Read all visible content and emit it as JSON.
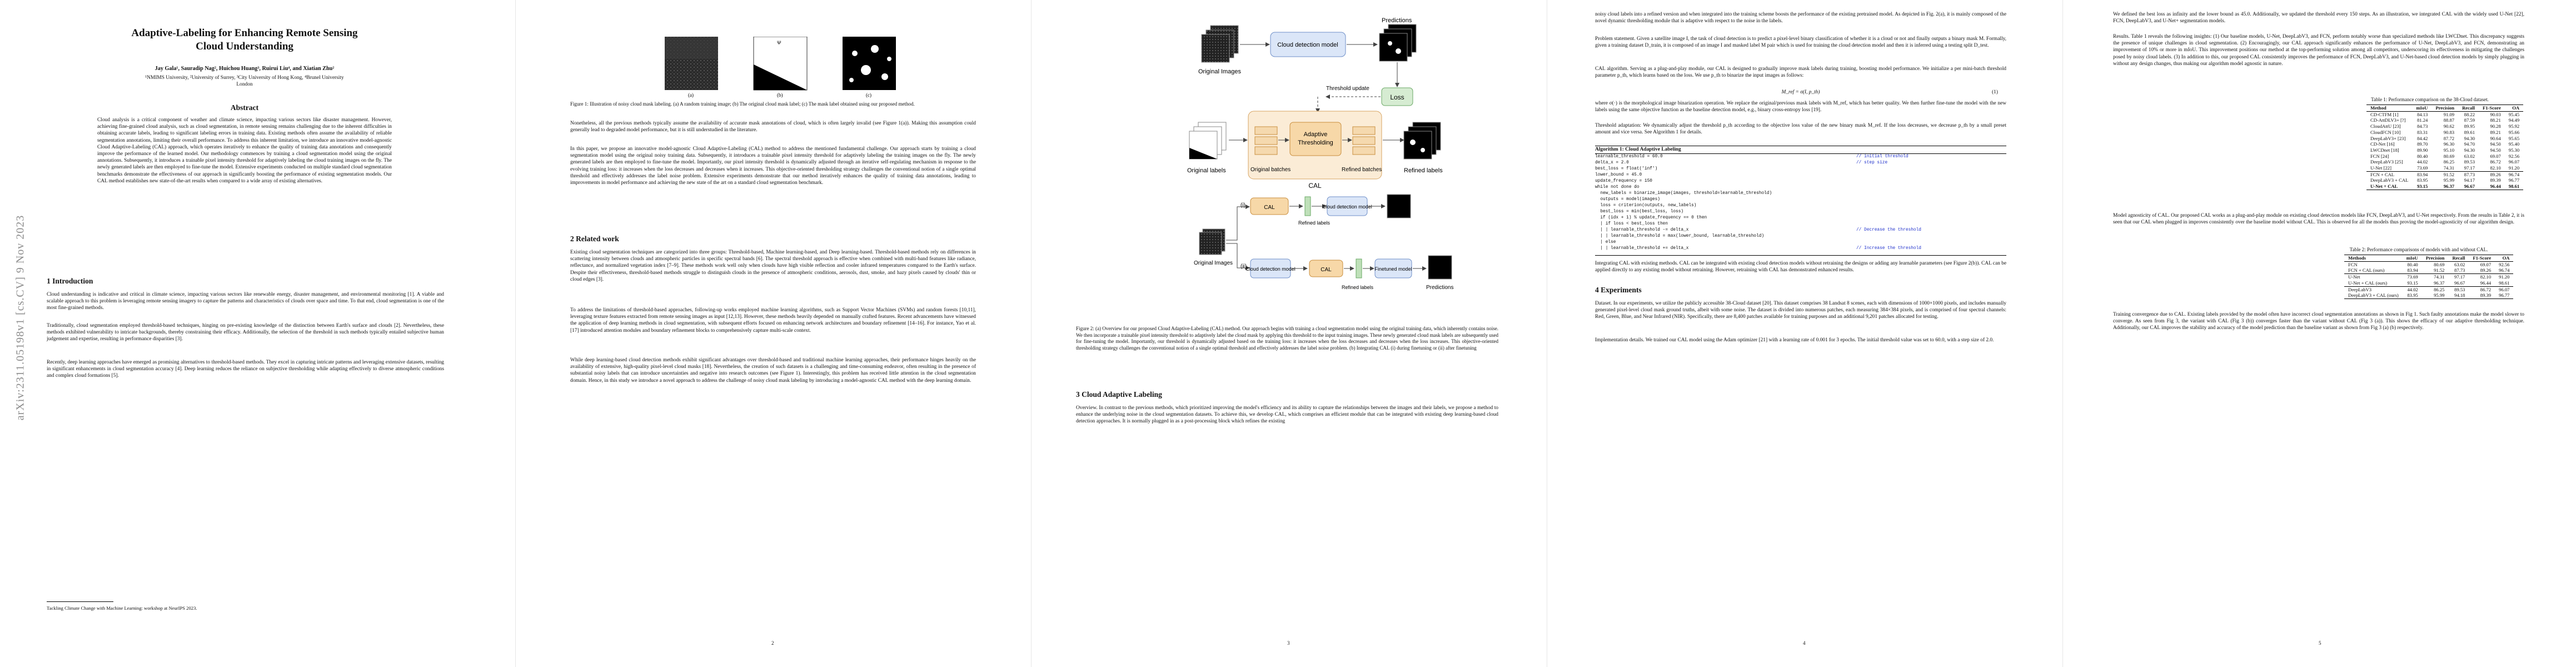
{
  "arxiv_id": "arXiv:2311.05198v1  [cs.CV]  9 Nov 2023",
  "p1": {
    "title_line1": "Adaptive-Labeling for Enhancing Remote Sensing",
    "title_line2": "Cloud Understanding",
    "authors": "Jay Gala¹, Sauradip Nag², Huichou Huang³, Ruirui Liu⁴, and Xiatian Zhu²",
    "affil1": "¹NMIMS University, ²University of Surrey, ³City University of Hong Kong, ⁴Brunel University",
    "affil2": "London",
    "abstract_h": "Abstract",
    "abstract": "Cloud analysis is a critical component of weather and climate science, impacting various sectors like disaster management. However, achieving fine-grained cloud analysis, such as cloud segmentation, in remote sensing remains challenging due to the inherent difficulties in obtaining accurate labels, leading to significant labeling errors in training data. Existing methods often assume the availability of reliable segmentation annotations, limiting their overall performance. To address this inherent limitation, we introduce an innovative model-agnostic Cloud Adaptive-Labeling (CAL) approach, which operates iteratively to enhance the quality of training data annotations and consequently improve the performance of the learned model. Our methodology commences by training a cloud segmentation model using the original annotations. Subsequently, it introduces a trainable pixel intensity threshold for adaptively labeling the cloud training images on the fly. The newly generated labels are then employed to fine-tune the model. Extensive experiments conducted on multiple standard cloud segmentation benchmarks demonstrate the effectiveness of our approach in significantly boosting the performance of existing segmentation models. Our CAL method establishes new state-of-the-art results when compared to a wide array of existing alternatives.",
    "intro_h": "1   Introduction",
    "intro_p1": "Cloud understanding is indicative and critical in climate science, impacting various sectors like renewable energy, disaster management, and environmental monitoring [1]. A viable and scalable approach to this problem is leveraging remote sensing imagery to capture the patterns and characteristics of clouds over space and time. To that end, cloud segmentation is one of the most fine-grained methods.",
    "intro_p2": "Traditionally, cloud segmentation employed threshold-based techniques, hinging on pre-existing knowledge of the distinction between Earth's surface and clouds [2]. Nevertheless, these methods exhibited vulnerability to intricate backgrounds, thereby constraining their efficacy. Additionally, the selection of the threshold in such methods typically entailed subjective human judgement and expertise, resulting in performance disparities [3].",
    "intro_p3": "Recently, deep learning approaches have emerged as promising alternatives to threshold-based methods. They excel in capturing intricate patterns and leveraging extensive datasets, resulting in significant enhancements in cloud segmentation accuracy [4]. Deep learning reduces the reliance on subjective thresholding while adapting effectively to diverse atmospheric conditions and complex cloud formations [5].",
    "footer": "Tackling Climate Change with Machine Learning: workshop at NeurIPS 2023."
  },
  "p2": {
    "fig1_labels": [
      "(a)",
      "(b)",
      "(c)"
    ],
    "fig1_caption": "Figure 1: Illustration of noisy cloud mask labeling. (a) A random training image; (b) The original cloud mask label; (c) The mask label obtained using our proposed method.",
    "para1": "Nonetheless, all the previous methods typically assume the availability of accurate mask annotations of cloud, which is often largely invalid (see Figure 1(a)). Making this assumption could generally lead to degraded model performance, but it is still understudied in the literature.",
    "para2": "In this paper, we propose an innovative model-agnostic Cloud Adaptive-Labeling (CAL) method to address the mentioned fundamental challenge. Our approach starts by training a cloud segmentation model using the original noisy training data. Subsequently, it introduces a trainable pixel intensity threshold for adaptively labeling the training images on the fly. The newly generated labels are then employed to fine-tune the model. Importantly, our pixel intensity threshold is dynamically adjusted through an iterative self-regulating mechanism in response to the evolving training loss: it increases when the loss decreases and decreases when it increases. This objective-oriented thresholding strategy challenges the conventional notion of a single optimal threshold and effectively addresses the label noise problem. Extensive experiments demonstrate that our method iteratively enhances the quality of training data annotations, leading to improvements in model performance and achieving the new state of the art on a standard cloud segmentation benchmark.",
    "rw_h": "2   Related work",
    "rw_p1": "Existing cloud segmentation techniques are categorized into three groups: Threshold-based, Machine learning-based, and Deep learning-based. Threshold-based methods rely on differences in scattering intensity between clouds and atmospheric particles in specific spectral bands [6]. The spectral threshold approach is effective when combined with multi-band features like radiance, reflectance, and normalized vegetation index [7–9]. These methods work well only when clouds have high visible reflection and cooler infrared temperatures compared to the Earth's surface. Despite their effectiveness, threshold-based methods struggle to distinguish clouds in the presence of atmospheric conditions, aerosols, dust, smoke, and hazy pixels caused by clouds' thin or cloud edges [3].",
    "rw_p2": "To address the limitations of threshold-based approaches, following-up works employed machine learning algorithms, such as Support Vector Machines (SVMs) and random forests [10,11], leveraging texture features extracted from remote sensing images as input [12,13]. However, these methods heavily depended on manually crafted features. Recent advancements have witnessed the application of deep learning methods in cloud segmentation, with subsequent efforts focused on enhancing network architectures and boundary refinement [14–16]. For instance, Yao et al. [17] introduced attention modules and boundary refinement blocks to comprehensively capture multi-scale context.",
    "rw_p3": "While deep learning-based cloud detection methods exhibit significant advantages over threshold-based and traditional machine learning approaches, their performance hinges heavily on the availability of extensive, high-quality pixel-level cloud masks [18]. Nevertheless, the creation of such datasets is a challenging and time-consuming endeavor, often resulting in the presence of substantial noisy labels that can introduce uncertainties and negative into research outcomes (see Figure 1). Interestingly, this problem has received little attention in the cloud segmentation domain. Hence, in this study we introduce a novel approach to address the challenge of noisy cloud mask labeling by introducing a model-agnostic CAL method with the deep learning domain.",
    "pnum": "2"
  },
  "p3": {
    "diagram": {
      "original_images": "Original Images",
      "cloud_detection_model": "Cloud detection model",
      "predictions": "Predictions",
      "threshold_update": "Threshold update",
      "loss": "Loss",
      "adaptive_thresholding_1": "Adaptive",
      "adaptive_thresholding_2": "Thresholding",
      "original_batches": "Original batches",
      "refined_batches": "Refined batches",
      "original_labels": "Original labels",
      "refined_labels": "Refined labels",
      "cal": "CAL",
      "b_i": "(i)",
      "b_ii": "(ii)",
      "b_cal1": "CAL",
      "b_cdm1": "Cloud detection model",
      "b_refined_labels1": "Refined labels",
      "b_original_images": "Original Images",
      "b_cdm2": "Cloud detection model",
      "b_cal2": "CAL",
      "b_finetuned": "Finetuned model",
      "b_refined_labels2": "Refined labels",
      "b_predictions": "Predictions"
    },
    "fig2_caption": "Figure 2: (a) Overview for our proposed Cloud Adaptive-Labeling (CAL) method. Our approach begins with training a cloud segmentation model using the original training data, which inherently contains noise. We then incorporate a trainable pixel intensity threshold to adaptively label the cloud mask by applying this threshold to the input training images. These newly generated cloud mask labels are subsequently used for fine-tuning the model. Importantly, our threshold is dynamically adjusted based on the training loss: it increases when the loss decreases and decreases when the loss increases. This objective-oriented thresholding strategy challenges the conventional notion of a single optimal threshold and effectively addresses the label noise problem. (b) Integrating CAL (i) during finetuning or (ii) after finetuning",
    "sec3_h": "3   Cloud Adaptive Labeling",
    "sec3_p": "Overview. In contrast to the previous methods, which prioritized improving the model's efficiency and its ability to capture the relationships between the images and their labels, we propose a method to enhance the underlying noise in the cloud segmentation datasets. To achieve this, we develop CAL, which comprises an efficient module that can be integrated with existing deep learning-based cloud detection approaches. It is normally plugged in as a post-processing block which refines the existing",
    "pnum": "3"
  },
  "p4": {
    "para1": "noisy cloud labels into a refined version and when integrated into the training scheme boosts the performance of the existing pretrained model. As depicted in Fig. 2(a), it is mainly composed of the novel dynamic thresholding module that is adaptive with respect to the noise in the labels.",
    "para2": "Problem statement. Given a satellite image I, the task of cloud detection is to predict a pixel-level binary classification of whether it is a cloud or not and finally outputs a binary mask M. Formally, given a training dataset D_train, it is composed of an image I and masked label M pair which is used for training the cloud detection model and then it is inferred using a testing split D_test.",
    "para3": "CAL algorithm. Serving as a plug-and-play module, our CAL is designed to gradually improve mask labels during training, boosting model performance. We initialize a per mini-batch threshold parameter p_th, which learns based on the loss. We use p_th to binarize the input images as follows:",
    "eq": "M_ref = σ(I, p_th)",
    "eq_num": "(1)",
    "para4": "where σ(·) is the morphological image binarization operation. We replace the original/previous mask labels with M_ref, which has better quality. We then further fine-tune the model with the new labels using the same objective function as the baseline detection model, e.g., binary cross-entropy loss [19].",
    "para5": "Threshold adaptation: We dynamically adjust the threshold p_th according to the objective loss value of the new binary mask M_ref. If the loss decreases, we decrease p_th by a small preset amount and vice versa. See Algorithm 1 for details.",
    "algo_title": "Algorithm 1: Cloud Adaptive Labeling",
    "code": [
      {
        "t": "learnable_threshold = 60.0",
        "c": "// initial threshold"
      },
      {
        "t": "delta_x = 2.0",
        "c": "// step size"
      },
      {
        "t": "best_loss = float('inf')",
        "c": ""
      },
      {
        "t": "lower_bound = 45.0",
        "c": ""
      },
      {
        "t": "update_frequency = 150",
        "c": ""
      },
      {
        "t": "while not done do",
        "c": ""
      },
      {
        "t": "  new_labels = binarize_image(images, threshold=learnable_threshold)",
        "c": ""
      },
      {
        "t": "  outputs = model(images)",
        "c": ""
      },
      {
        "t": "  loss = criterion(outputs, new_labels)",
        "c": ""
      },
      {
        "t": "  best_loss = min(best_loss, loss)",
        "c": ""
      },
      {
        "t": "  if (idx + 1) % update_frequency == 0 then",
        "c": ""
      },
      {
        "t": "  | if loss < best_loss then",
        "c": ""
      },
      {
        "t": "  | | learnable_threshold -= delta_x",
        "c": "// Decrease the threshold"
      },
      {
        "t": "  | | learnable_threshold = max(lower_bound, learnable_threshold)",
        "c": ""
      },
      {
        "t": "  | else",
        "c": ""
      },
      {
        "t": "  | | learnable_threshold += delta_x",
        "c": "// Increase the threshold"
      }
    ],
    "para6": "Integrating CAL with existing methods. CAL can be integrated with existing cloud detection models without retraining the designs or adding any learnable parameters (see Figure 2(b)). CAL can be applied directly to any existing model without retraining. However, retraining with CAL has demonstrated enhanced results.",
    "sec4_h": "4   Experiments",
    "para7": "Dataset. In our experiments, we utilize the publicly accessible 38-Cloud dataset [20]. This dataset comprises 38 Landsat 8 scenes, each with dimensions of 1000×1000 pixels, and includes manually generated pixel-level cloud mask ground truths, albeit with some noise. The dataset is divided into numerous patches, each measuring 384×384 pixels, and is comprised of four spectral channels: Red, Green, Blue, and Near Infrared (NIR). Specifically, there are 8,400 patches available for training purposes and an additional 9,201 patches allocated for testing.",
    "para8": "Implementation details. We trained our CAL model using the Adam optimizer [21] with a learning rate of 0.001 for 3 epochs. The initial threshold value was set to 60.0, with a step size of 2.0.",
    "pnum": "4"
  },
  "p5": {
    "para1": "We defined the best loss as infinity and the lower bound as 45.0. Additionally, we updated the threshold every 150 steps. As an illustration, we integrated CAL with the widely used U-Net [22], FCN, DeepLabV3, and U-Net+ segmentation models.",
    "para2": "Results. Table 1 reveals the following insights: (1) Our baseline models, U-Net, DeepLabV3, and FCN, perform notably worse than specialized methods like LWCDnet. This discrepancy suggests the presence of unique challenges in cloud segmentation. (2) Encouragingly, our CAL approach significantly enhances the performance of U-Net, DeepLabV3, and FCN, demonstrating an improvement of 10% or more in mIoU. This improvement positions our method at the top-performing solution among all competitors, underscoring its effectiveness in mitigating the challenges posed by noisy cloud labels. (3) In addition to this, our proposed CAL consistently improves the performance of FCN, DeepLabV3, and U-Net-based cloud detection models by simply plugging in without any design changes, thus making our algorithm model agnostic in nature.",
    "t1_caption": "Table 1: Performance comparison on the 38-Cloud dataset.",
    "t1_headers": [
      "Method",
      "mIoU",
      "Precision",
      "Recall",
      "F1-Score",
      "OA"
    ],
    "t1_rows": [
      [
        "CD-CTFM [1]",
        "84.13",
        "91.09",
        "88.22",
        "90.03",
        "95.45"
      ],
      [
        "CD-AttDLV3+ [?]",
        "81.24",
        "88.87",
        "87.59",
        "88.21",
        "94.49"
      ],
      [
        "CloudAttU [23]",
        "84.73",
        "90.62",
        "89.95",
        "90.28",
        "95.92"
      ],
      [
        "CloudFCN [10]",
        "83.31",
        "90.83",
        "89.61",
        "89.21",
        "95.66"
      ],
      [
        "DeepLabV3+ [23]",
        "84.42",
        "87.72",
        "94.30",
        "90.64",
        "95.65"
      ],
      [
        "CD-Net [16]",
        "89.70",
        "96.30",
        "94.70",
        "94.50",
        "95.40"
      ],
      [
        "LWCDnet [18]",
        "89.90",
        "95.10",
        "94.30",
        "94.50",
        "95.30"
      ],
      [
        "FCN [24]",
        "80.40",
        "80.69",
        "63.02",
        "69.07",
        "92.56"
      ],
      [
        "DeepLabV3 [25]",
        "44.02",
        "86.25",
        "89.53",
        "86.72",
        "96.07"
      ],
      [
        "U-Net [22]",
        "73.69",
        "74.31",
        "97.17",
        "82.10",
        "91.20"
      ]
    ],
    "t1_ours": [
      [
        "FCN + CAL",
        "83.94",
        "91.52",
        "87.73",
        "89.26",
        "96.74"
      ],
      [
        "DeepLabV3 + CAL",
        "83.95",
        "95.99",
        "94.17",
        "89.39",
        "96.77"
      ],
      [
        "U-Net + CAL",
        "93.15",
        "96.37",
        "96.67",
        "96.44",
        "98.61"
      ]
    ],
    "para3": "Model agnosticity of CAL. Our proposed CAL works as a plug-and-play module on existing cloud detection models like FCN, DeepLabV3, and U-Net respectively. From the results in Table 2, it is seen that our CAL when plugged in improves consistently over the baseline model without CAL. This is observed for all the models thus proving the model-agnosticity of our algorithm design.",
    "t2_caption": "Table 2: Performance comparisons of models with and without CAL.",
    "t2_headers": [
      "Methods",
      "mIoU",
      "Precision",
      "Recall",
      "F1-Score",
      "OA"
    ],
    "t2_rows": [
      [
        "FCN",
        "80.40",
        "80.69",
        "63.02",
        "69.07",
        "92.56"
      ],
      [
        "FCN + CAL (ours)",
        "83.94",
        "91.52",
        "87.73",
        "89.26",
        "96.74"
      ],
      [
        "U-Net",
        "73.69",
        "74.31",
        "97.17",
        "82.10",
        "91.20"
      ],
      [
        "U-Net + CAL (ours)",
        "93.15",
        "96.37",
        "96.67",
        "96.44",
        "98.61"
      ],
      [
        "DeepLabV3",
        "44.02",
        "86.25",
        "89.53",
        "86.72",
        "96.07"
      ],
      [
        "DeepLabV3 + CAL (ours)",
        "83.95",
        "95.99",
        "94.18",
        "89.39",
        "96.77"
      ]
    ],
    "para4": "Training convergence due to CAL. Existing labels provided by the model often have incorrect cloud segmentation annotations as shown in Fig 1. Such faulty annotations make the model slower to converge. As seen from Fig 3, the variant with CAL (Fig 3 (b)) converges faster than the variant without CAL (Fig 3 (a)). This shows the efficacy of our adaptive thresholding technique. Additionally, our CAL improves the stability and accuracy of the model prediction than the baseline variant as shown from Fig 3 (a) (b) respectively.",
    "pnum": "5"
  }
}
